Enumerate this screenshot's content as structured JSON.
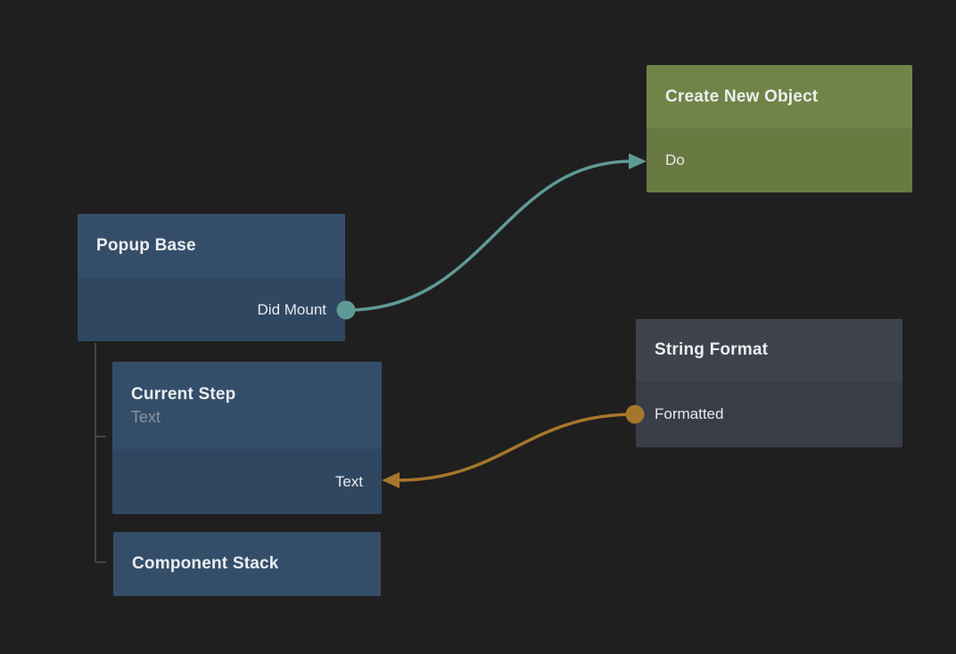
{
  "canvas": {
    "type": "node-graph-editor"
  },
  "nodes": {
    "popup_base": {
      "title": "Popup Base",
      "outputs": [
        {
          "label": "Did Mount"
        }
      ]
    },
    "create_new_object": {
      "title": "Create New Object",
      "inputs": [
        {
          "label": "Do"
        }
      ]
    },
    "string_format": {
      "title": "String Format",
      "outputs": [
        {
          "label": "Formatted"
        }
      ]
    },
    "current_step": {
      "title": "Current Step",
      "subtitle": "Text",
      "inputs": [
        {
          "label": "Text"
        }
      ]
    },
    "component_stack": {
      "title": "Component Stack"
    }
  },
  "connections": [
    {
      "from": "popup_base / Did Mount",
      "to": "create_new_object / Do",
      "color": "#5f9a96"
    },
    {
      "from": "string_format / Formatted",
      "to": "current_step / Text",
      "color": "#a5772b"
    }
  ],
  "hierarchy": {
    "parent": "popup_base",
    "children": [
      "current_step",
      "component_stack"
    ],
    "line_color": "#454545"
  },
  "colors": {
    "background": "#201f1f",
    "node_blue_header": "#344e6a",
    "node_blue_body": "#2f4761",
    "node_olive_header": "#718448",
    "node_olive_body": "#687a42",
    "node_gray_header": "#3f434e",
    "node_gray_body": "#393d48",
    "title_text": "#eceef0",
    "port_text": "#e9ebed",
    "subtitle_text": "#8a93a0"
  }
}
